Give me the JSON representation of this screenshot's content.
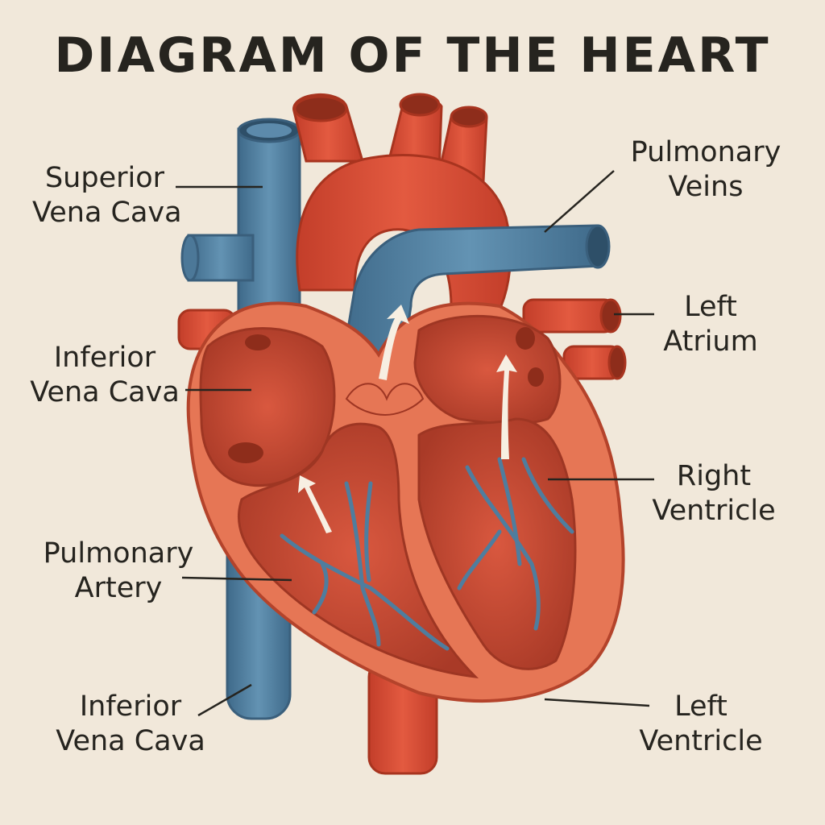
{
  "title": "DIAGRAM OF THE HEART",
  "labels": {
    "superior_vena_cava": [
      "Superior",
      "Vena Cava"
    ],
    "inferior_vena_cava_upper": [
      "Inferior",
      "Vena Cava"
    ],
    "pulmonary_artery": [
      "Pulmonary",
      "Artery"
    ],
    "inferior_vena_cava_lower": [
      "Inferior",
      "Vena Cava"
    ],
    "pulmonary_veins": [
      "Pulmonary",
      "Veins"
    ],
    "left_atrium": [
      "Left",
      "Atrium"
    ],
    "right_ventricle": [
      "Right",
      "Ventricle"
    ],
    "left_ventricle": [
      "Left",
      "Ventricle"
    ]
  },
  "colors": {
    "background": "#f1e8da",
    "artery_red": "#d24a34",
    "vein_blue": "#4f7d9e",
    "muscle_orange": "#e67655",
    "chamber_dark": "#b7402c",
    "text": "#26241f"
  }
}
